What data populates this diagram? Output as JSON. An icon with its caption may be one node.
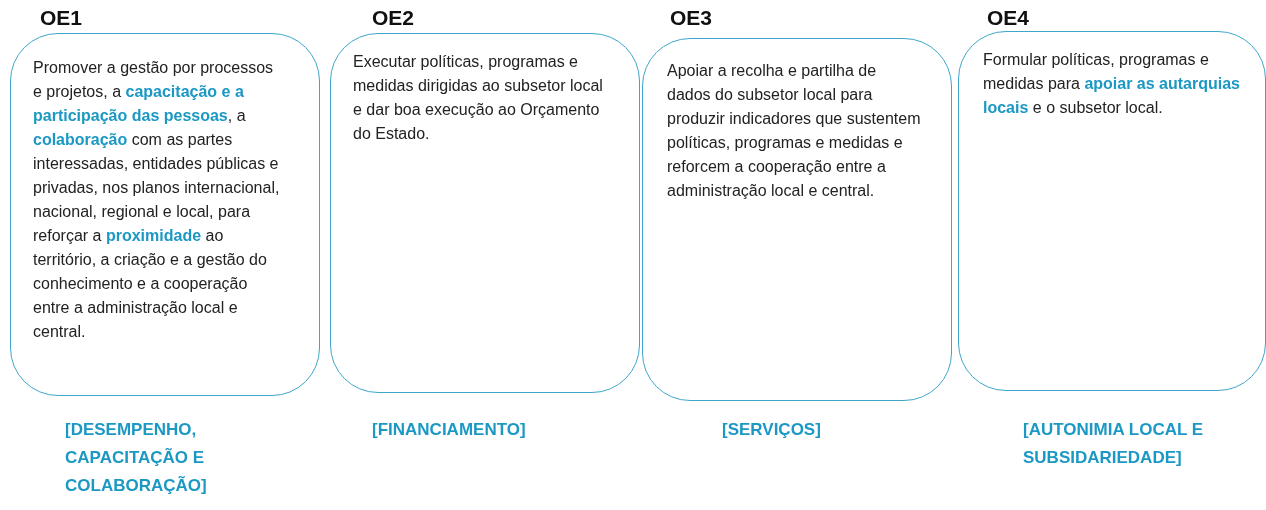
{
  "diagram": {
    "nodes": [
      {
        "text": [
          "OE1",
          "Promover a gestão por processos e projetos, a **capacitação e a participação das pessoas**, a **colaboração** com as partes interessadas, entidades públicas e privadas, nos planos internacional, nacional, regional e local, para reforçar a **proximidade** ao território, a criação e a gestão do conhecimento e a cooperação entre a administração local e central."
        ],
        "beside": [
          "[DESEMPENHO, CAPACITAÇÃO E COLABORAÇÃO]"
        ]
      },
      {
        "text": [
          "OE2",
          "Executar políticas, programas e medidas dirigidas ao subsetor local e dar boa execução ao Orçamento do Estado."
        ],
        "beside": [
          "[FINANCIAMENTO]"
        ]
      },
      {
        "text": [
          "OE3",
          "Apoiar a recolha e partilha de dados do subsetor local para produzir indicadores que sustentem políticas, programas e medidas e reforcem a cooperação entre a administração local e central."
        ],
        "beside": [
          "[SERVIÇOS]"
        ]
      },
      {
        "text": [
          "OE4",
          "Formular políticas, programas e medidas para **apoiar as autarquias locais** e o subsetor local."
        ],
        "beside": [
          "[AUTONIMIA LOCAL E SUBSIDARIEDADE]"
        ]
      }
    ]
  }
}
